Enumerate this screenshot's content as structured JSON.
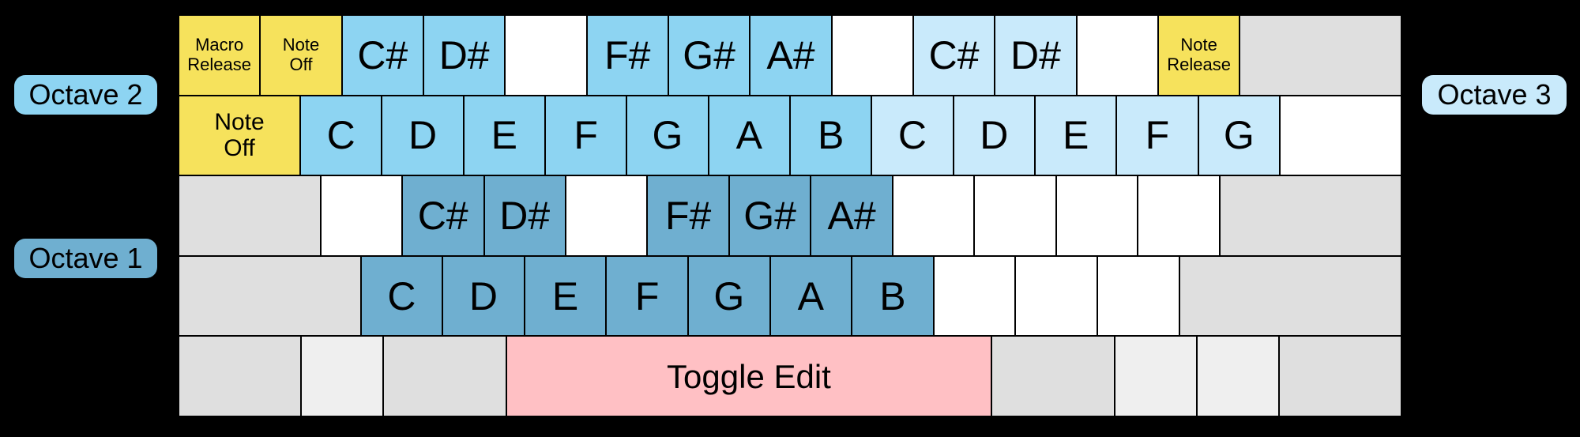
{
  "octave_labels": {
    "octave2": {
      "label": "Octave 2",
      "color": "#8DD4F2"
    },
    "octave1": {
      "label": "Octave 1",
      "color": "#6FAFD0"
    },
    "octave3": {
      "label": "Octave 3",
      "color": "#C9EAFB"
    }
  },
  "colors": {
    "background": "#000000",
    "key_border": "#000000",
    "text": "#000000",
    "octave1_key": "#6FAFD0",
    "octave2_key": "#8DD4F2",
    "octave3_key": "#C9EAFB",
    "special_yellow": "#F6E25C",
    "toggle_pink": "#FFC0C4",
    "modifier_gray": "#DFDFDF",
    "modifier_light_gray": "#EFEFEF",
    "blank_white": "#FFFFFF"
  },
  "keyboard": {
    "rows": [
      {
        "keys": [
          {
            "label": "Macro Release",
            "lines": [
              "Macro",
              "Release"
            ],
            "w": 1,
            "type": "special",
            "size": "sm"
          },
          {
            "label": "Note Off",
            "lines": [
              "Note",
              "Off"
            ],
            "w": 1,
            "type": "special",
            "size": "sm"
          },
          {
            "label": "C#",
            "w": 1,
            "type": "octave2",
            "size": "lg"
          },
          {
            "label": "D#",
            "w": 1,
            "type": "octave2",
            "size": "lg"
          },
          {
            "label": "",
            "w": 1,
            "type": "blank"
          },
          {
            "label": "F#",
            "w": 1,
            "type": "octave2",
            "size": "lg"
          },
          {
            "label": "G#",
            "w": 1,
            "type": "octave2",
            "size": "lg"
          },
          {
            "label": "A#",
            "w": 1,
            "type": "octave2",
            "size": "lg"
          },
          {
            "label": "",
            "w": 1,
            "type": "blank"
          },
          {
            "label": "C#",
            "w": 1,
            "type": "octave3",
            "size": "lg"
          },
          {
            "label": "D#",
            "w": 1,
            "type": "octave3",
            "size": "lg"
          },
          {
            "label": "",
            "w": 1,
            "type": "blank"
          },
          {
            "label": "Note Release",
            "lines": [
              "Note",
              "Release"
            ],
            "w": 1,
            "type": "special",
            "size": "sm"
          },
          {
            "label": "",
            "w": 2,
            "type": "gray"
          }
        ]
      },
      {
        "keys": [
          {
            "label": "Note Off",
            "lines": [
              "Note",
              "Off"
            ],
            "w": 1.5,
            "type": "special",
            "size": "md"
          },
          {
            "label": "C",
            "w": 1,
            "type": "octave2",
            "size": "lg"
          },
          {
            "label": "D",
            "w": 1,
            "type": "octave2",
            "size": "lg"
          },
          {
            "label": "E",
            "w": 1,
            "type": "octave2",
            "size": "lg"
          },
          {
            "label": "F",
            "w": 1,
            "type": "octave2",
            "size": "lg"
          },
          {
            "label": "G",
            "w": 1,
            "type": "octave2",
            "size": "lg"
          },
          {
            "label": "A",
            "w": 1,
            "type": "octave2",
            "size": "lg"
          },
          {
            "label": "B",
            "w": 1,
            "type": "octave2",
            "size": "lg"
          },
          {
            "label": "C",
            "w": 1,
            "type": "octave3",
            "size": "lg"
          },
          {
            "label": "D",
            "w": 1,
            "type": "octave3",
            "size": "lg"
          },
          {
            "label": "E",
            "w": 1,
            "type": "octave3",
            "size": "lg"
          },
          {
            "label": "F",
            "w": 1,
            "type": "octave3",
            "size": "lg"
          },
          {
            "label": "G",
            "w": 1,
            "type": "octave3",
            "size": "lg"
          },
          {
            "label": "",
            "w": 1.5,
            "type": "blank"
          }
        ]
      },
      {
        "keys": [
          {
            "label": "",
            "w": 1.75,
            "type": "gray"
          },
          {
            "label": "",
            "w": 1,
            "type": "blank"
          },
          {
            "label": "C#",
            "w": 1,
            "type": "octave1",
            "size": "lg"
          },
          {
            "label": "D#",
            "w": 1,
            "type": "octave1",
            "size": "lg"
          },
          {
            "label": "",
            "w": 1,
            "type": "blank"
          },
          {
            "label": "F#",
            "w": 1,
            "type": "octave1",
            "size": "lg"
          },
          {
            "label": "G#",
            "w": 1,
            "type": "octave1",
            "size": "lg"
          },
          {
            "label": "A#",
            "w": 1,
            "type": "octave1",
            "size": "lg"
          },
          {
            "label": "",
            "w": 1,
            "type": "blank"
          },
          {
            "label": "",
            "w": 1,
            "type": "blank"
          },
          {
            "label": "",
            "w": 1,
            "type": "blank"
          },
          {
            "label": "",
            "w": 1,
            "type": "blank"
          },
          {
            "label": "",
            "w": 2.25,
            "type": "gray"
          }
        ]
      },
      {
        "keys": [
          {
            "label": "",
            "w": 2.25,
            "type": "gray"
          },
          {
            "label": "C",
            "w": 1,
            "type": "octave1",
            "size": "lg"
          },
          {
            "label": "D",
            "w": 1,
            "type": "octave1",
            "size": "lg"
          },
          {
            "label": "E",
            "w": 1,
            "type": "octave1",
            "size": "lg"
          },
          {
            "label": "F",
            "w": 1,
            "type": "octave1",
            "size": "lg"
          },
          {
            "label": "G",
            "w": 1,
            "type": "octave1",
            "size": "lg"
          },
          {
            "label": "A",
            "w": 1,
            "type": "octave1",
            "size": "lg"
          },
          {
            "label": "B",
            "w": 1,
            "type": "octave1",
            "size": "lg"
          },
          {
            "label": "",
            "w": 1,
            "type": "blank"
          },
          {
            "label": "",
            "w": 1,
            "type": "blank"
          },
          {
            "label": "",
            "w": 1,
            "type": "blank"
          },
          {
            "label": "",
            "w": 2.75,
            "type": "gray"
          }
        ]
      },
      {
        "keys": [
          {
            "label": "",
            "w": 1.5,
            "type": "gray"
          },
          {
            "label": "",
            "w": 1,
            "type": "gray-light"
          },
          {
            "label": "",
            "w": 1.5,
            "type": "gray"
          },
          {
            "label": "Toggle Edit",
            "w": 6,
            "type": "toggle",
            "size": "tg"
          },
          {
            "label": "",
            "w": 1.5,
            "type": "gray"
          },
          {
            "label": "",
            "w": 1,
            "type": "gray-light"
          },
          {
            "label": "",
            "w": 1,
            "type": "gray-light"
          },
          {
            "label": "",
            "w": 1.5,
            "type": "gray"
          }
        ]
      }
    ]
  }
}
